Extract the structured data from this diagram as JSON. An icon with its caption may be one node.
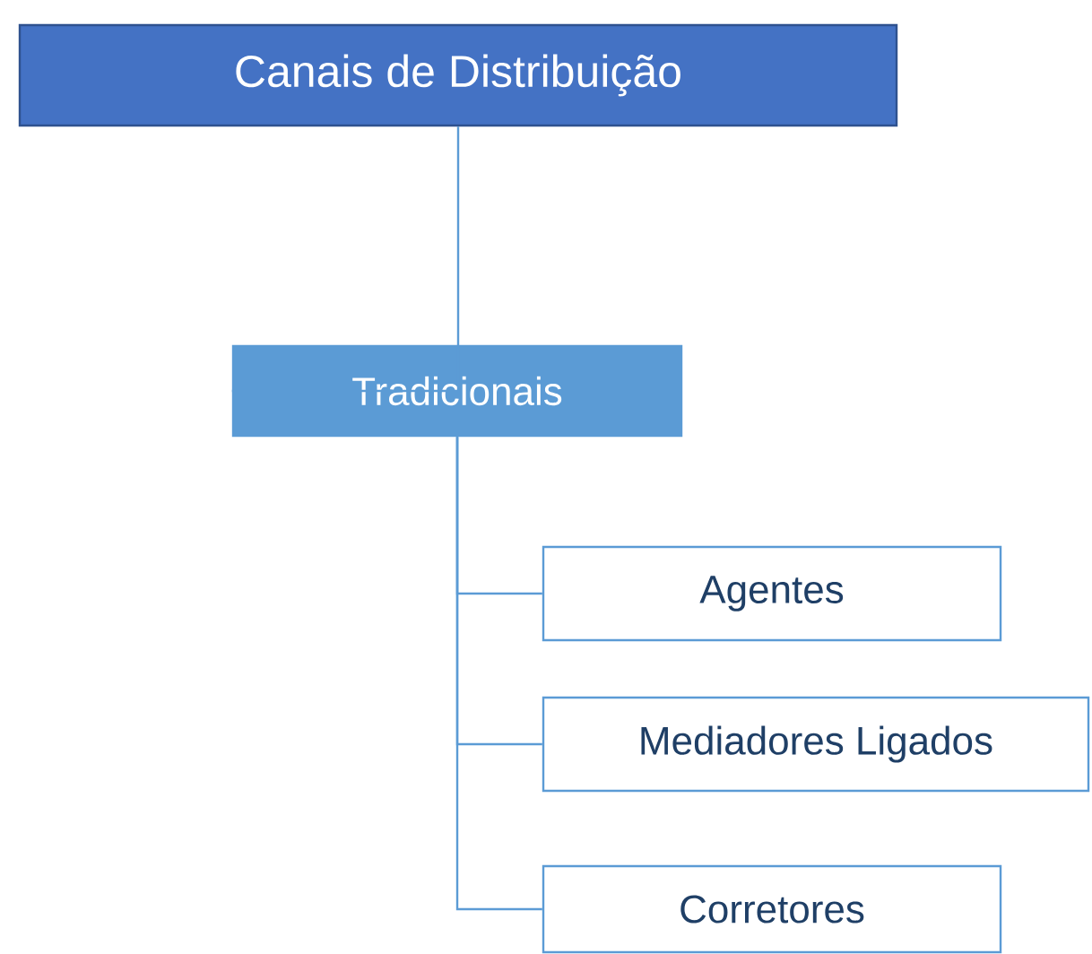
{
  "diagram": {
    "nodes": [
      {
        "text": [
          "Canais de Distribuição"
        ]
      },
      {
        "text": [
          "Tradicionais"
        ]
      },
      {
        "text": [
          "Agentes"
        ]
      },
      {
        "text": [
          "Mediadores Ligados"
        ]
      },
      {
        "text": [
          "Corretores"
        ]
      }
    ],
    "edges": [
      {
        "from": 0,
        "to": 1,
        "arrow": "none"
      },
      {
        "from": 1,
        "to": 2,
        "arrow": "none"
      },
      {
        "from": 1,
        "to": 3,
        "arrow": "none"
      },
      {
        "from": 1,
        "to": 4,
        "arrow": "none"
      }
    ]
  }
}
